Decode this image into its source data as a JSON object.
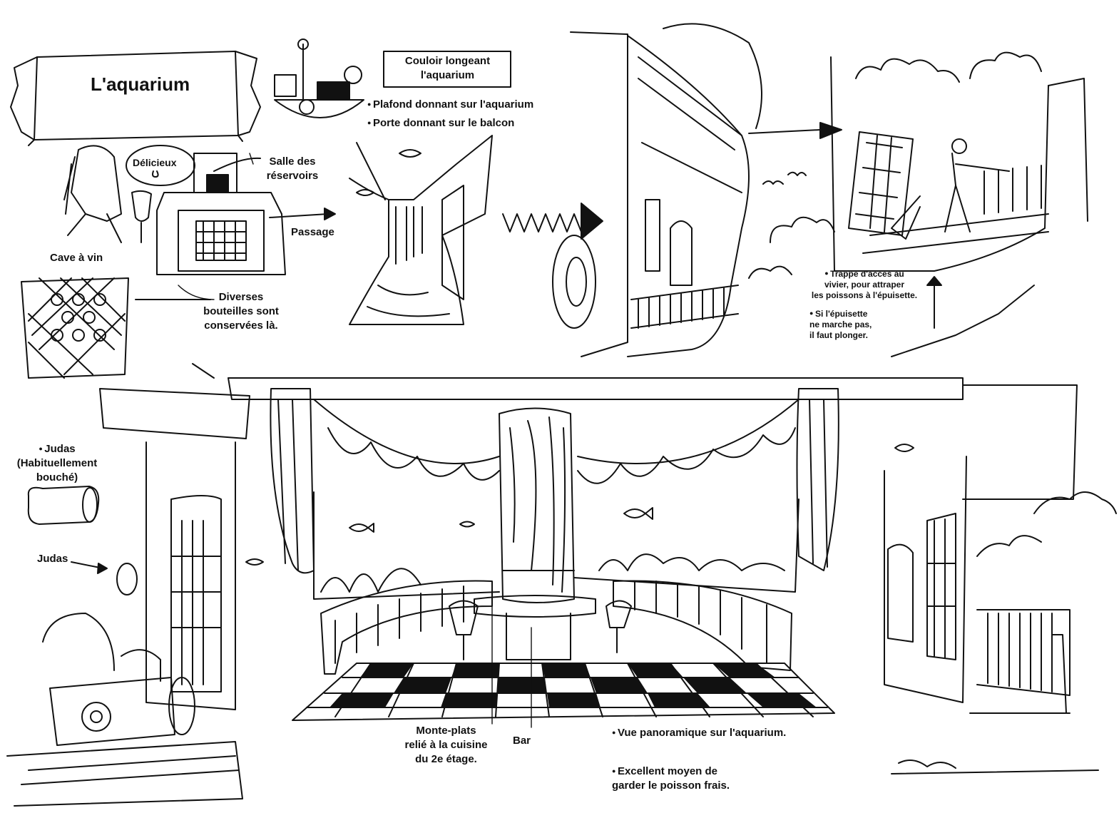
{
  "page": {
    "title": "L'aquarium",
    "labels": {
      "couloir": "Couloir longeant\nl'aquarium",
      "plafond": "Plafond donnant sur l'aquarium",
      "porte": "Porte donnant sur le balcon",
      "delicieux": "Délicieux",
      "salle": "Salle des\nréservoirs",
      "passage": "Passage",
      "cave": "Cave à vin",
      "bouteilles": "Diverses\nbouteilles sont\nconservées là.",
      "trappe": "Trappe d'accès au\nvivier, pour attraper\nles poissons à l'épuisette.",
      "epuisette": "Si l'épuisette\nne marche pas,\nil faut plonger.",
      "judas_bouche": "Judas\n(Habituellement\nbouché)",
      "judas": "Judas",
      "monte_plats": "Monte-plats\nrelié à la cuisine\ndu 2e étage.",
      "bar": "Bar",
      "vue": "Vue panoramique sur l'aquarium.",
      "excellent": "Excellent moyen de\ngarder le poisson frais."
    }
  },
  "colors": {
    "ink": "#111111",
    "paper": "#ffffff",
    "hatch": "#444444"
  }
}
